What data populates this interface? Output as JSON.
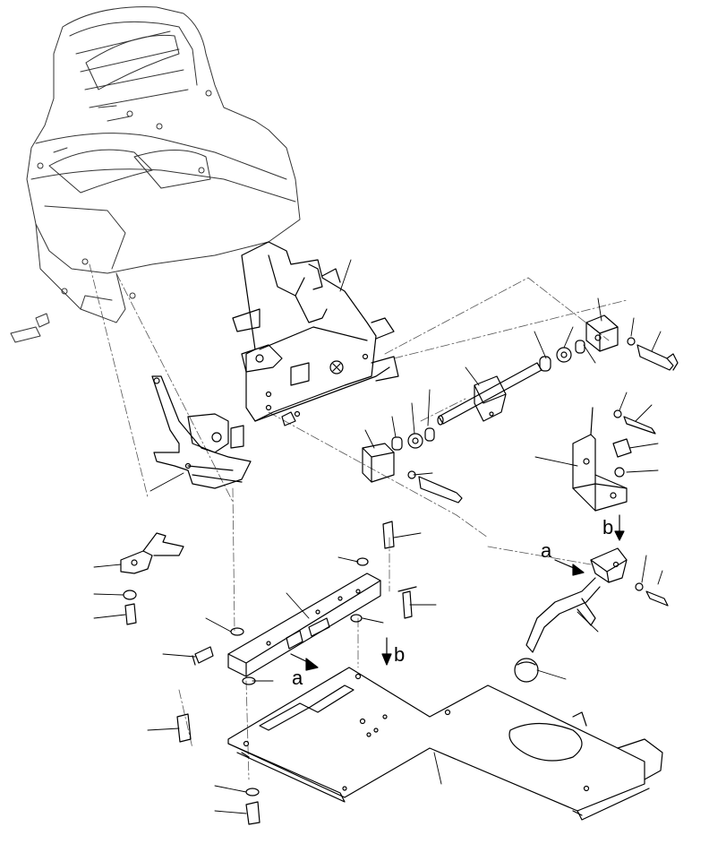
{
  "labels": {
    "a_upper": "a",
    "b_upper": "b",
    "a_lower": "a",
    "b_lower": "b"
  },
  "colors": {
    "line": "#000000",
    "background": "#ffffff"
  }
}
